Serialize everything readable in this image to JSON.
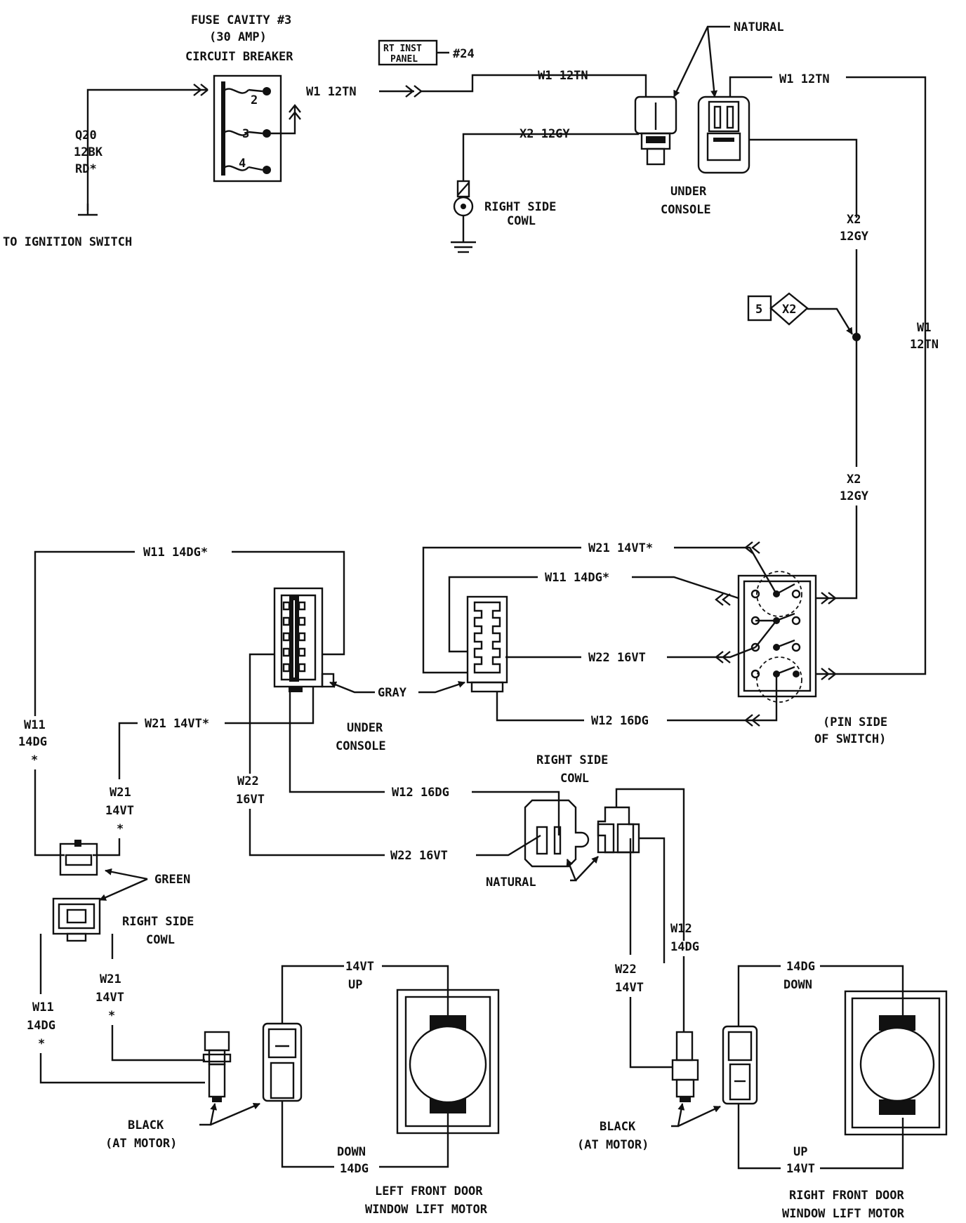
{
  "labels": {
    "fuse_title": "FUSE CAVITY #3",
    "fuse_amp": "(30 AMP)",
    "fuse_breaker": "CIRCUIT BREAKER",
    "pin2": "2",
    "pin3": "3",
    "pin4": "4",
    "q20_code": "Q20",
    "q20_gauge": "12BK",
    "q20_color": "RD*",
    "to_ignition": "TO IGNITION SWITCH",
    "w1_fuse": "W1 12TN",
    "rt_inst": "RT INST",
    "panel": "PANEL",
    "panel_num": "#24",
    "w1_top": "W1 12TN",
    "w1_top_right": "W1 12TN",
    "x2_top": "X2 12GY",
    "natural_top": "NATURAL",
    "right_side_cowl_top_1": "RIGHT SIDE",
    "right_side_cowl_top_2": "COWL",
    "under_console_top_1": "UNDER",
    "under_console_top_2": "CONSOLE",
    "x2_right_1": "X2",
    "x2_right_2": "12GY",
    "w1_right_1": "W1",
    "w1_right_2": "12TN",
    "splice_num": "5",
    "splice_code": "X2",
    "x2_mid_1": "X2",
    "x2_mid_2": "12GY",
    "w21_switch": "W21 14VT*",
    "w11_switch": "W11 14DG*",
    "w22_switch": "W22 16VT",
    "w12_switch": "W12 16DG",
    "pin_side_1": "(PIN SIDE",
    "pin_side_2": "OF SWITCH)",
    "w11_left_top": "W11 14DG*",
    "gray": "GRAY",
    "under_console_mid_1": "UNDER",
    "under_console_mid_2": "CONSOLE",
    "w11_left_1": "W11",
    "w11_left_2": "14DG",
    "w11_left_3": "*",
    "w21_left": "W21 14VT*",
    "w21_left_1": "W21",
    "w21_left_2": "14VT",
    "w21_left_3": "*",
    "w22_left_1": "W22",
    "w22_left_2": "16VT",
    "w12_mid": "W12 16DG",
    "w22_mid": "W22 16VT",
    "right_side_cowl_mid_1": "RIGHT SIDE",
    "right_side_cowl_mid_2": "COWL",
    "natural_mid": "NATURAL",
    "green": "GREEN",
    "right_side_cowl_left_1": "RIGHT SIDE",
    "right_side_cowl_left_2": "COWL",
    "w21_lm_1": "W21",
    "w21_lm_2": "14VT",
    "w21_lm_3": "*",
    "w11_lm_1": "W11",
    "w11_lm_2": "14DG",
    "w11_lm_3": "*",
    "left_up_1": "14VT",
    "left_up_2": "UP",
    "left_down_1": "DOWN",
    "left_down_2": "14DG",
    "black_left_1": "BLACK",
    "black_left_2": "(AT MOTOR)",
    "left_motor_1": "LEFT FRONT DOOR",
    "left_motor_2": "WINDOW LIFT MOTOR",
    "w12_rm_1": "W12",
    "w12_rm_2": "14DG",
    "w22_rm_1": "W22",
    "w22_rm_2": "14VT",
    "right_down_1": "14DG",
    "right_down_2": "DOWN",
    "right_up_1": "UP",
    "right_up_2": "14VT",
    "black_right_1": "BLACK",
    "black_right_2": "(AT MOTOR)",
    "right_motor_1": "RIGHT FRONT DOOR",
    "right_motor_2": "WINDOW LIFT MOTOR"
  }
}
